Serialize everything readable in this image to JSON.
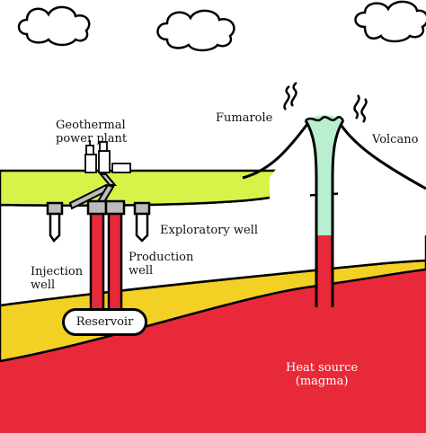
{
  "labels": {
    "geothermal_plant": [
      "Geothermal",
      "power plant"
    ],
    "fumarole": "Fumarole",
    "volcano": "Volcano",
    "exploratory_well": "Exploratory well",
    "injection_well": [
      "Injection",
      "well"
    ],
    "production_well": [
      "Production",
      "well"
    ],
    "reservoir": "Reservoir",
    "heat_source": [
      "Heat source",
      "(magma)"
    ]
  },
  "colors": {
    "sky": "#ffffff",
    "surface_layer": "#d8f24a",
    "rock_layer": "#ffffff",
    "aquifer_layer": "#f2d024",
    "magma": "#e8293a",
    "vent_steam": "#b9efcf",
    "outline": "#000000"
  }
}
